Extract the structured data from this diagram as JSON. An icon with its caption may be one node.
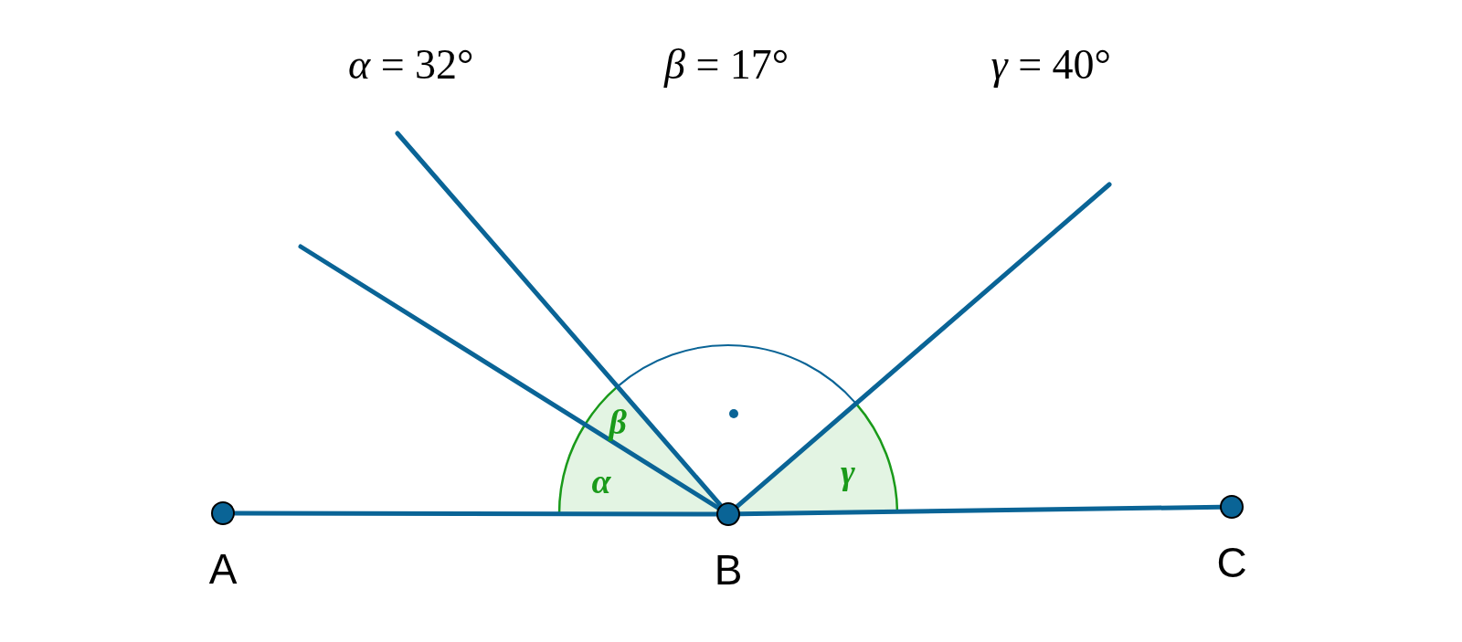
{
  "diagram": {
    "nodes": [
      {
        "text": [
          "A"
        ]
      },
      {
        "text": [
          "B"
        ]
      },
      {
        "text": [
          "C"
        ]
      }
    ],
    "edges": [
      {
        "from": 0,
        "to": 1,
        "arrow": "none"
      },
      {
        "from": 1,
        "to": 2,
        "arrow": "none"
      },
      {
        "from": 1,
        "to": null,
        "arrow": "none"
      },
      {
        "from": 1,
        "to": null,
        "arrow": "none"
      },
      {
        "from": 1,
        "to": null,
        "arrow": "none"
      }
    ],
    "labels": [
      "*α* = 32°",
      "*β* = 17°",
      "*γ* = 40°",
      "α",
      "β",
      "γ"
    ]
  }
}
